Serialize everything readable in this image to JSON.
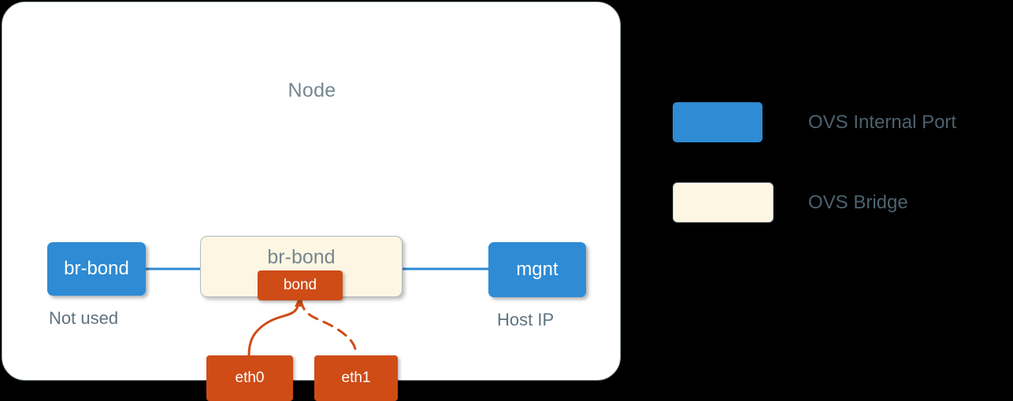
{
  "diagram": {
    "title": "Node",
    "background_color": "#000000",
    "container_fill": "#ffffff",
    "container_border_color": "#a8b4b8"
  },
  "colors": {
    "ovs_internal_port": "#2e8bd4",
    "ovs_bridge_fill": "#fdf6e3",
    "ovs_bridge_border": "#b0bcc0",
    "physical_nic": "#cf4c17",
    "link_blue": "#2e8bd4",
    "link_orange": "#cf4c17",
    "label_gray": "#76878f",
    "caption_gray": "#5e7380"
  },
  "nodes": {
    "br_bond_port": {
      "label": "br-bond",
      "caption": "Not used",
      "type": "ovs-internal-port"
    },
    "br_bond_bridge": {
      "label": "br-bond",
      "type": "ovs-bridge"
    },
    "bond": {
      "label": "bond",
      "type": "bond-port"
    },
    "mgnt": {
      "label": "mgnt",
      "caption": "Host IP",
      "type": "ovs-internal-port"
    },
    "eth0": {
      "label": "eth0",
      "type": "physical-nic",
      "link_style": "solid"
    },
    "eth1": {
      "label": "eth1",
      "type": "physical-nic",
      "link_style": "dashed"
    }
  },
  "legend": {
    "items": [
      {
        "label": "OVS Internal Port",
        "swatch": "blue"
      },
      {
        "label": "OVS Bridge",
        "swatch": "bridge"
      }
    ]
  }
}
